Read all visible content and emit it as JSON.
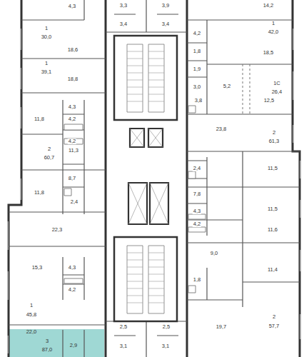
{
  "diagram": {
    "labels": [
      "4,3",
      "1",
      "30,0",
      "18,6",
      "1",
      "39,1",
      "18,8",
      "4,3",
      "11,8",
      "4,2",
      "4,2",
      "2",
      "60,7",
      "11,3",
      "8,7",
      "11,8",
      "2,4",
      "22,3",
      "15,3",
      "4,3",
      "4,2",
      "1",
      "45,8",
      "22,0",
      "3",
      "87,0",
      "2,9",
      "3,3",
      "3,9",
      "3,4",
      "3,4",
      "2,5",
      "2,5",
      "3,1",
      "3,1",
      "14,2",
      "1",
      "42,0",
      "4,2",
      "1,8",
      "18,5",
      "1,9",
      "3,0",
      "5,2",
      "1С",
      "26,4",
      "3,8",
      "12,5",
      "23,8",
      "2",
      "61,3",
      "2,4",
      "11,5",
      "7,8",
      "11,5",
      "4,3",
      "4,2",
      "11,6",
      "9,0",
      "11,4",
      "1,8",
      "2",
      "57,7",
      "19,7"
    ]
  }
}
